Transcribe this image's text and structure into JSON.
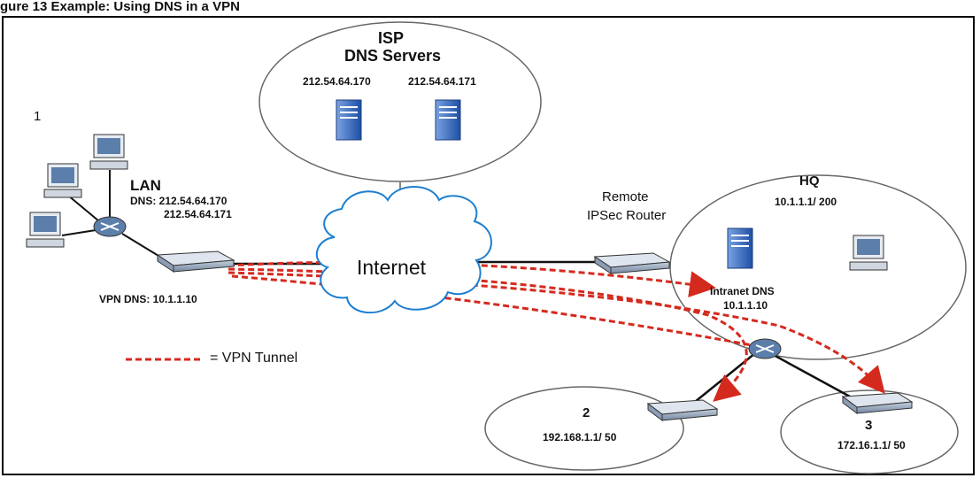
{
  "caption": "gure 13 Example: Using DNS in a VPN",
  "section_number": "1",
  "isp": {
    "title": "ISP",
    "subtitle": "DNS Servers",
    "server1_ip": "212.54.64.170",
    "server2_ip": "212.54.64.171"
  },
  "lan": {
    "title": "LAN",
    "dns_line1": "DNS: 212.54.64.170",
    "dns_line2": "212.54.64.171",
    "vpn_dns": "VPN DNS: 10.1.1.10"
  },
  "internet": {
    "label": "Internet"
  },
  "remote_router": {
    "line1": "Remote",
    "line2": "IPSec Router"
  },
  "hq": {
    "title": "HQ",
    "subnet": "10.1.1.1/ 200",
    "dns_label": "Intranet DNS",
    "dns_ip": "10.1.1.10"
  },
  "branch2": {
    "title": "2",
    "subnet": "192.168.1.1/ 50"
  },
  "branch3": {
    "title": "3",
    "subnet": "172.16.1.1/ 50"
  },
  "legend": {
    "vpn_tunnel": "= VPN Tunnel"
  },
  "colors": {
    "tunnel": "#d42a1e",
    "cloud_fill": "#ffffff",
    "cloud_stroke": "#1c7fd1",
    "server": "#2a5fb6",
    "router_box": "#8b9cb4",
    "hub": "#5c7eab"
  }
}
